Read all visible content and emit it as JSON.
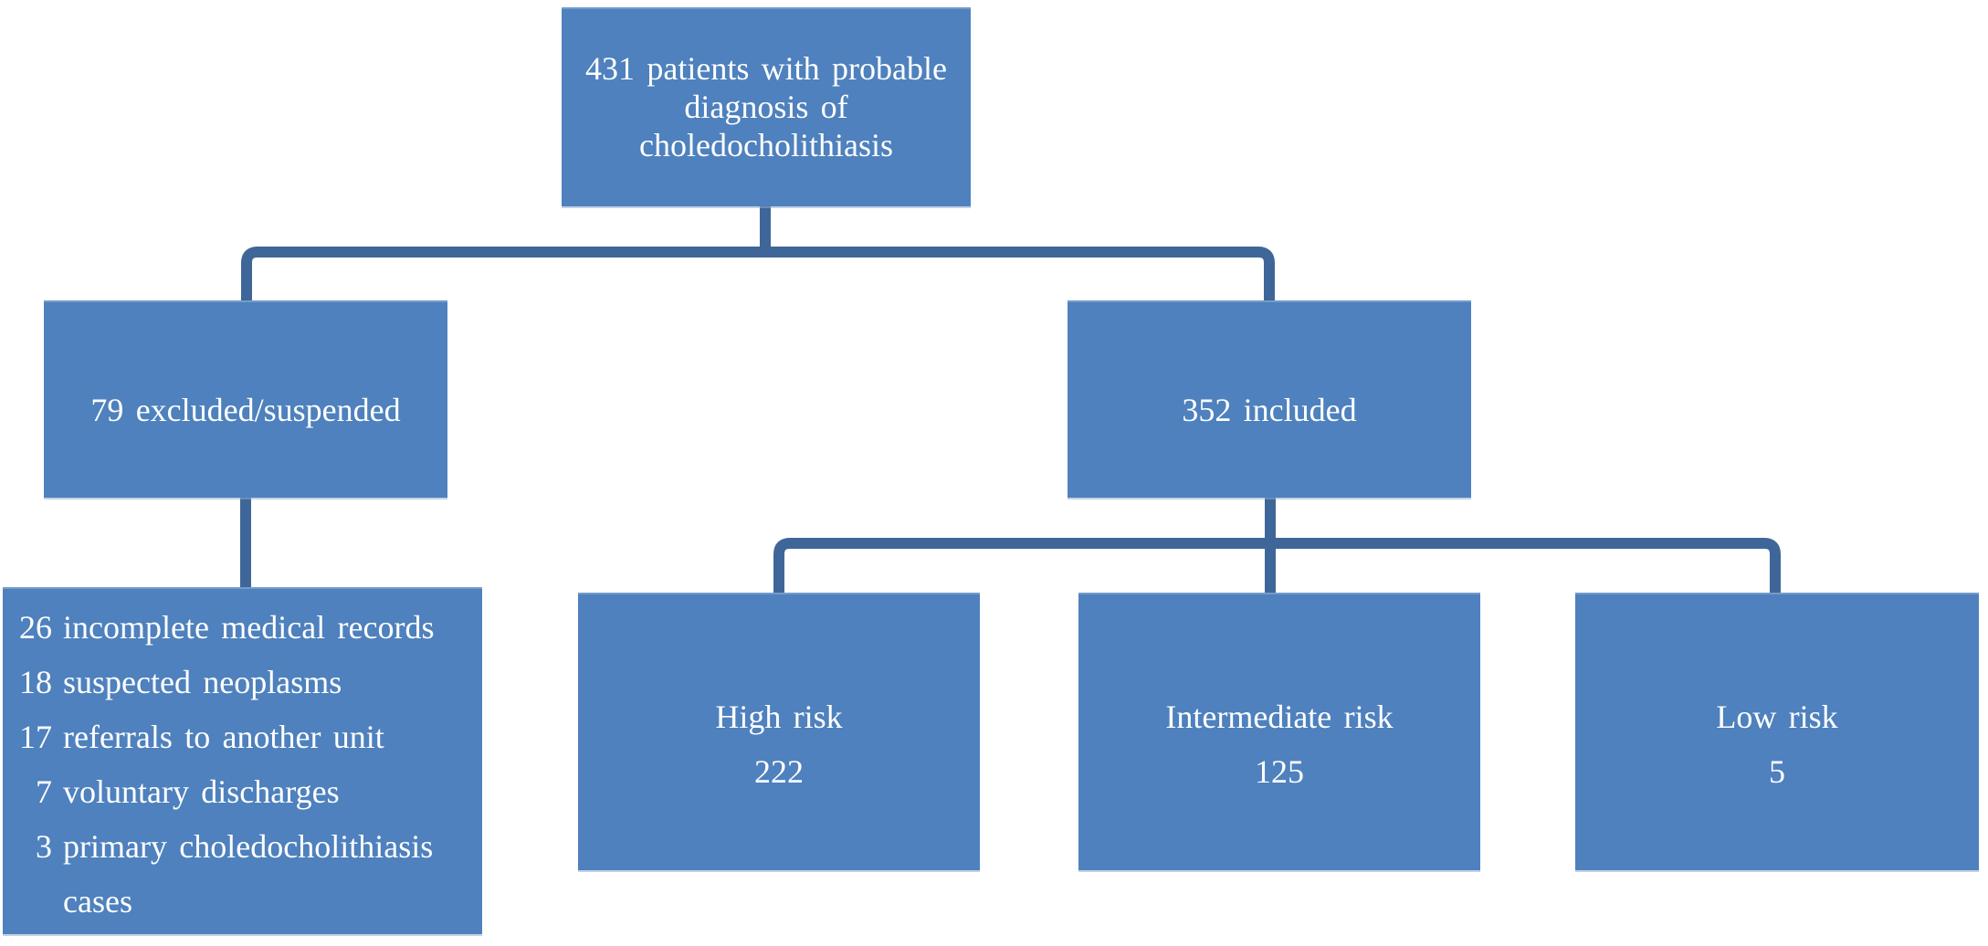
{
  "figure": {
    "kind": "patient-flow-diagram",
    "colors": {
      "node_fill": "#4E81BD",
      "connector": "#3F6699",
      "node_text": "#FFFFFF",
      "background": "#FFFFFF"
    },
    "root": {
      "lines": [
        "431 patients with probable",
        "diagnosis of",
        "choledocholithiasis"
      ],
      "full_text": "431 patients with probable diagnosis of choledocholithiasis"
    },
    "excluded": {
      "text": "79 excluded/suspended"
    },
    "included": {
      "text": "352 included"
    },
    "exclusion_reasons": {
      "items": [
        {
          "n": "26",
          "text": "incomplete medical records"
        },
        {
          "n": "18",
          "text": "suspected neoplasms"
        },
        {
          "n": "17",
          "text": "referrals to another unit"
        },
        {
          "n": "7",
          "text": "voluntary discharges"
        },
        {
          "n": "3",
          "text": "primary choledocholithiasis cases"
        }
      ]
    },
    "risk_groups": [
      {
        "label": "High risk",
        "value": "222"
      },
      {
        "label": "Intermediate risk",
        "value": "125"
      },
      {
        "label": "Low risk",
        "value": "5"
      }
    ]
  }
}
